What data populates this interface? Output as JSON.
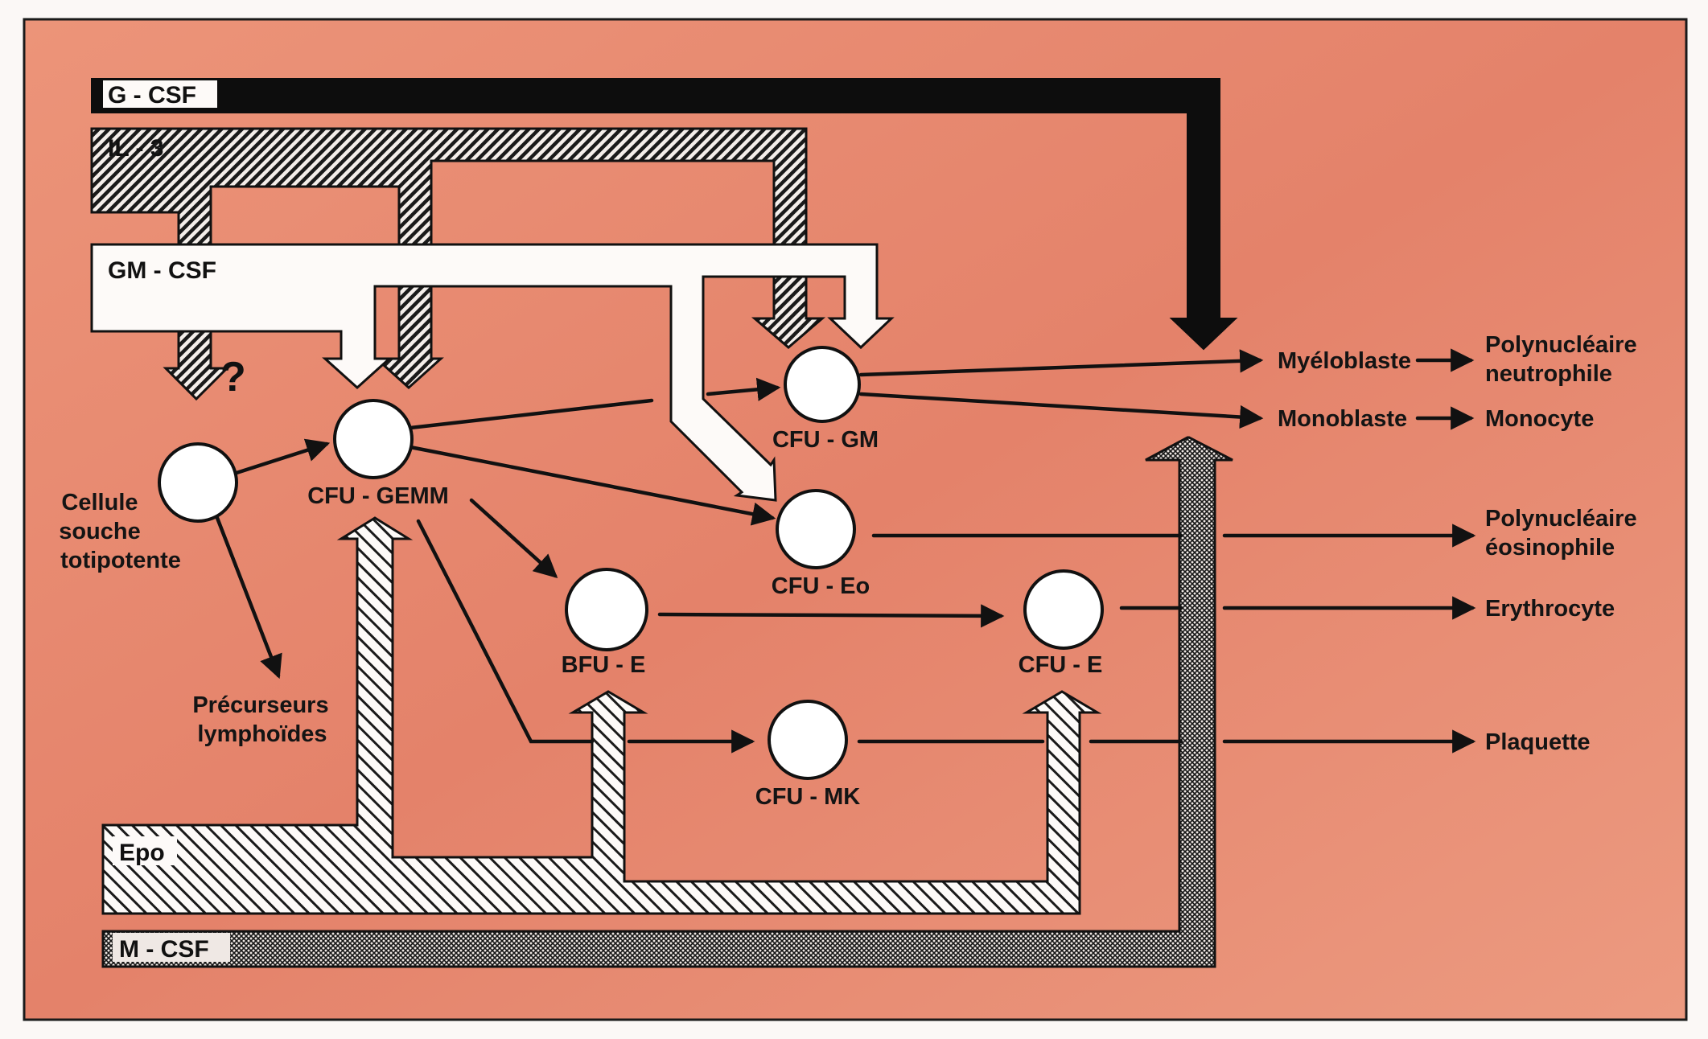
{
  "colors": {
    "background": "#e88b6e",
    "frame": "#1a1a1a",
    "arrow": "#111111",
    "band_light": "#fdfaf8",
    "cell_fill": "#ffffff"
  },
  "factors": {
    "g_csf": "G - CSF",
    "il3": "IL - 3",
    "gm_csf": "GM - CSF",
    "epo": "Epo",
    "m_csf": "M - CSF",
    "unknown_mark": "?"
  },
  "cells": {
    "stem": [
      "Cellule",
      "souche",
      "totipotente"
    ],
    "lymphoid": [
      "Précurseurs",
      "lymphoïdes"
    ],
    "cfu_gemm": "CFU - GEMM",
    "cfu_gm": "CFU - GM",
    "cfu_eo": "CFU - Eo",
    "bfu_e": "BFU - E",
    "cfu_e": "CFU - E",
    "cfu_mk": "CFU - MK"
  },
  "intermediates": {
    "myeloblast": "Myéloblaste",
    "monoblast": "Monoblaste"
  },
  "outputs": {
    "neutrophil": [
      "Polynucléaire",
      "neutrophile"
    ],
    "monocyte": "Monocyte",
    "eosinophil": [
      "Polynucléaire",
      "éosinophile"
    ],
    "erythrocyte": "Erythrocyte",
    "platelet": "Plaquette"
  }
}
